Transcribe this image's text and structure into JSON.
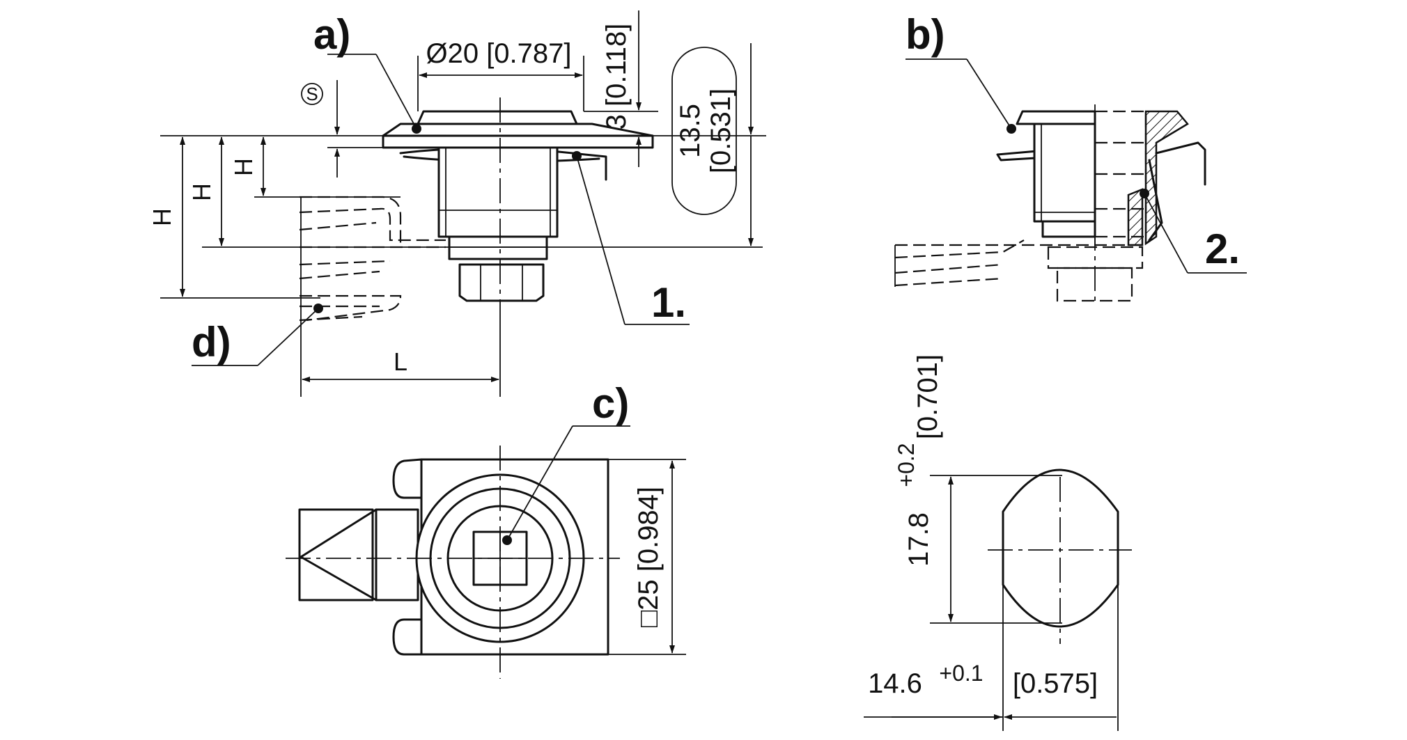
{
  "callouts": {
    "a": "a)",
    "b": "b)",
    "c": "c)",
    "d": "d)",
    "one": "1.",
    "two": "2."
  },
  "dimensions": {
    "diameter": "Ø20 [0.787]",
    "thickness": "3 [0.118]",
    "slot_length_mm": "13.5",
    "slot_length_in": "[0.531]",
    "square_size": "□25 [0.984]",
    "height_label": "H",
    "length_label": "L",
    "s_symbol": "S",
    "cutout_height_base": "17.8",
    "cutout_height_tol": "+0.2",
    "cutout_height_in": "[0.701]",
    "cutout_width_base": "14.6",
    "cutout_width_tol": "+0.1",
    "cutout_width_in": "[0.575]"
  }
}
